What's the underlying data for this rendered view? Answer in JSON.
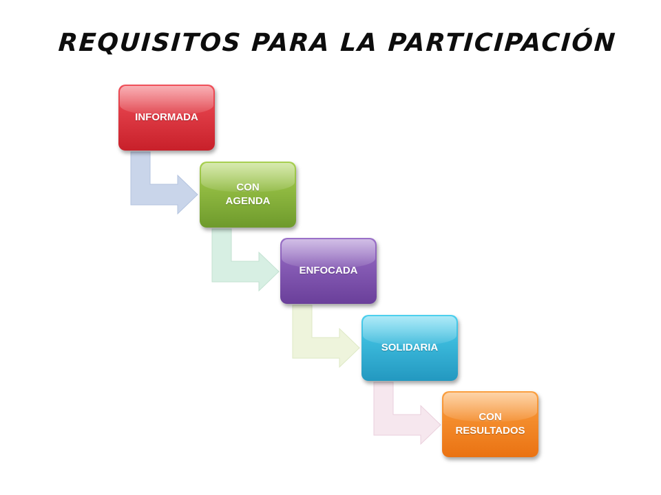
{
  "title": "REQUISITOS PARA LA PARTICIPACIÓN",
  "steps": [
    {
      "label": "INFORMADA",
      "color": "#d8323c"
    },
    {
      "label": "CON\nAGENDA",
      "color": "#8cb53e"
    },
    {
      "label": "ENFOCADA",
      "color": "#7b52ab"
    },
    {
      "label": "SOLIDARIA",
      "color": "#31b4d8"
    },
    {
      "label": "CON\nRESULTADOS",
      "color": "#f28a24"
    }
  ],
  "connector_colors": [
    "#c9d5ea",
    "#d7efe3",
    "#eef4dc",
    "#f6e7ee"
  ]
}
